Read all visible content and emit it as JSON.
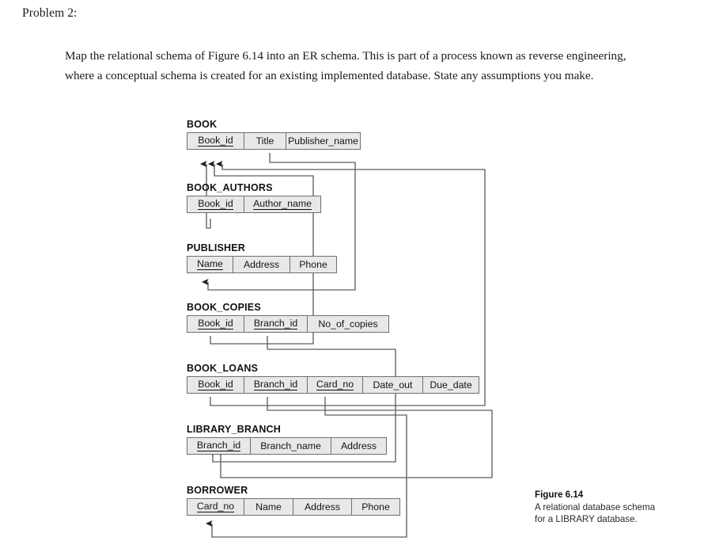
{
  "problem": {
    "heading": "Problem 2:",
    "body": "Map the relational schema of Figure 6.14 into an ER schema. This is part of a process known as reverse engineering, where a conceptual schema is created for an existing implemented database. State any assumptions you make."
  },
  "caption": {
    "title": "Figure 6.14",
    "text": "A relational database schema for a LIBRARY database."
  },
  "colors": {
    "cell_fill": "#e8e8e8",
    "cell_border": "#6f6f6f",
    "connector": "#5a5a5a",
    "text": "#111111"
  },
  "diagram": {
    "type": "relational-schema",
    "relations": [
      {
        "name": "BOOK",
        "attributes": [
          {
            "label": "Book_id",
            "key": true
          },
          {
            "label": "Title",
            "key": false
          },
          {
            "label": "Publisher_name",
            "key": false
          }
        ]
      },
      {
        "name": "BOOK_AUTHORS",
        "attributes": [
          {
            "label": "Book_id",
            "key": true
          },
          {
            "label": "Author_name",
            "key": true
          }
        ]
      },
      {
        "name": "PUBLISHER",
        "attributes": [
          {
            "label": "Name",
            "key": true
          },
          {
            "label": "Address",
            "key": false
          },
          {
            "label": "Phone",
            "key": false
          }
        ]
      },
      {
        "name": "BOOK_COPIES",
        "attributes": [
          {
            "label": "Book_id",
            "key": true
          },
          {
            "label": "Branch_id",
            "key": true
          },
          {
            "label": "No_of_copies",
            "key": false
          }
        ]
      },
      {
        "name": "BOOK_LOANS",
        "attributes": [
          {
            "label": "Book_id",
            "key": true
          },
          {
            "label": "Branch_id",
            "key": true
          },
          {
            "label": "Card_no",
            "key": true
          },
          {
            "label": "Date_out",
            "key": false
          },
          {
            "label": "Due_date",
            "key": false
          }
        ]
      },
      {
        "name": "LIBRARY_BRANCH",
        "attributes": [
          {
            "label": "Branch_id",
            "key": true
          },
          {
            "label": "Branch_name",
            "key": false
          },
          {
            "label": "Address",
            "key": false
          }
        ]
      },
      {
        "name": "BORROWER",
        "attributes": [
          {
            "label": "Card_no",
            "key": true
          },
          {
            "label": "Name",
            "key": false
          },
          {
            "label": "Address",
            "key": false
          },
          {
            "label": "Phone",
            "key": false
          }
        ]
      }
    ],
    "foreign_keys": [
      {
        "from": "BOOK_AUTHORS.Book_id",
        "to": "BOOK.Book_id"
      },
      {
        "from": "BOOK_COPIES.Book_id",
        "to": "BOOK.Book_id"
      },
      {
        "from": "BOOK_LOANS.Book_id",
        "to": "BOOK.Book_id"
      },
      {
        "from": "BOOK.Publisher_name",
        "to": "PUBLISHER.Name"
      },
      {
        "from": "BOOK_COPIES.Branch_id",
        "to": "LIBRARY_BRANCH.Branch_id"
      },
      {
        "from": "BOOK_LOANS.Branch_id",
        "to": "LIBRARY_BRANCH.Branch_id"
      },
      {
        "from": "BOOK_LOANS.Card_no",
        "to": "BORROWER.Card_no"
      }
    ]
  }
}
